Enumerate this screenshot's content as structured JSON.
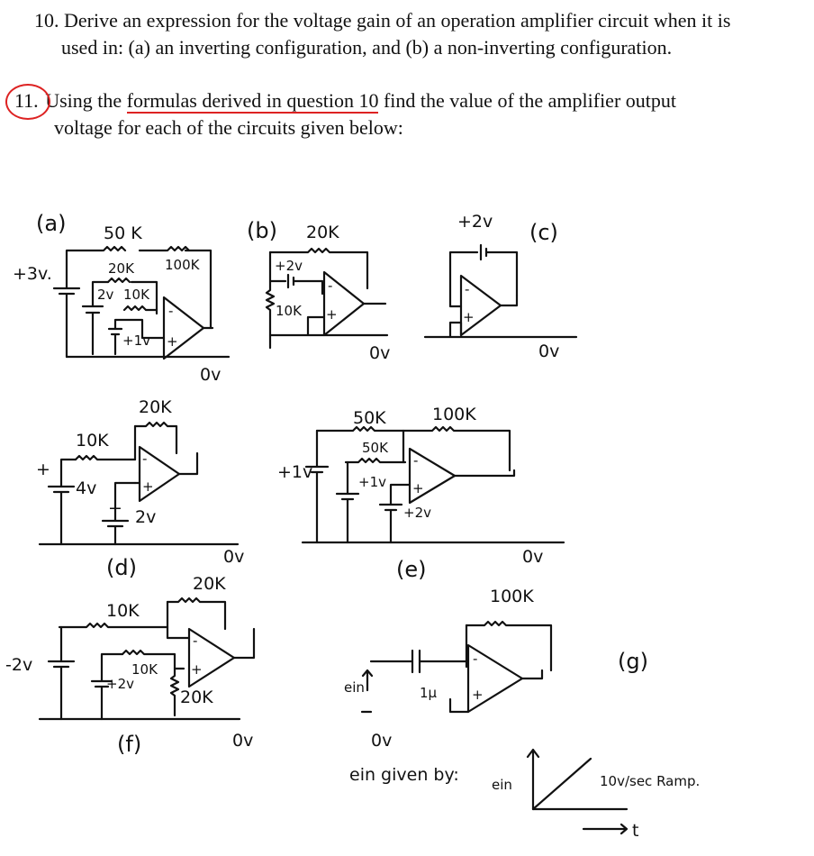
{
  "question10": {
    "line1": "10. Derive an expression for the voltage gain of an operation amplifier circuit when it is",
    "line2": "used in: (a) an inverting configuration, and (b) a non-inverting configuration."
  },
  "question11": {
    "number": "11.",
    "lead": "Using the",
    "underlined": "formulas derived in question 10",
    "rest": "find the value of the amplifier output",
    "line2": "voltage for each of the circuits given below:"
  },
  "circuits": {
    "a": {
      "tag": "(a)",
      "r_top": "50 K",
      "r_mid": "20K",
      "r_fb": "100K",
      "r_in": "10K",
      "src1": "+3v.",
      "src2": "2v",
      "src3": "+1v",
      "ground": "0v"
    },
    "b": {
      "tag": "(b)",
      "r_fb": "20K",
      "src": "+2v",
      "r_in": "10K",
      "ground": "0v"
    },
    "c": {
      "tag": "(c)",
      "src": "+2v",
      "ground": "0v"
    },
    "d": {
      "tag": "(d)",
      "r_fb": "20K",
      "r_in": "10K",
      "src1": "4v",
      "src2": "2v",
      "ground": "0v"
    },
    "e": {
      "tag": "(e)",
      "r1": "50K",
      "r2": "50K",
      "r_fb": "100K",
      "src1": "+1v",
      "src2": "+1v",
      "src3": "+2v",
      "ground": "0v"
    },
    "f": {
      "tag": "(f)",
      "r_fb": "20K",
      "r_in": "10K",
      "r_mid": "10K",
      "r_gnd": "20K",
      "src1": "-2v",
      "src2": "+2v",
      "ground": "0v"
    },
    "g": {
      "tag": "(g)",
      "r_fb": "100K",
      "cap": "1µ",
      "ein": "ein",
      "ground": "0v",
      "given": "ein given by:",
      "ramp": "10v/sec Ramp.",
      "axis_y": "ein",
      "axis_x": "t"
    }
  }
}
